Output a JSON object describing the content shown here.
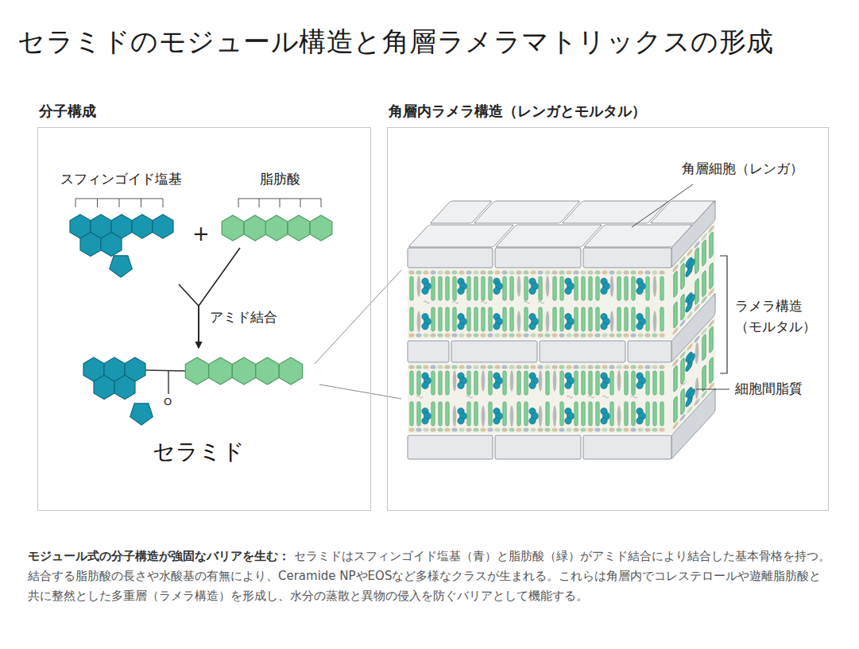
{
  "diagram": {
    "title": "セラミドのモジュール構造と角層ラメラマトリックスの形成",
    "caption": "モジュール式の分子構造が強固なバリアを生む： セラミドはスフィンゴイド塩基（青）と脂肪酸（緑）がアミド結合により結合した基本骨格を持つ。結合する脂肪酸の長さや水酸基の有無により、Ceramide NPやEOSなど多様なクラスが生まれる。これらは角層内でコレステロールや遊離脂肪酸と共に整然とした多重層（ラメラ構造）を形成し、水分の蒸散と異物の侵入を防ぐバリアとして機能する。",
    "nodes": [
      {
        "text": [
          "分子構成"
        ]
      },
      {
        "text": [
          "角層内ラメラ構造（レンガとモルタル）"
        ]
      },
      {
        "text": [
          "スフィンゴイド塩基"
        ],
        "in": 0
      },
      {
        "text": [
          "脂肪酸"
        ],
        "in": 0
      },
      {
        "text": [
          "セラミド"
        ],
        "in": 0
      }
    ],
    "edges": [
      {
        "from": 2,
        "to": 4,
        "arrow": "to",
        "label": "アミド結合"
      },
      {
        "from": 3,
        "to": 4,
        "arrow": "to"
      }
    ],
    "labels": [
      "+",
      "O",
      "角層細胞（レンガ）",
      "ラメラ構造 （モルタル）",
      "細胞間脂質"
    ]
  }
}
